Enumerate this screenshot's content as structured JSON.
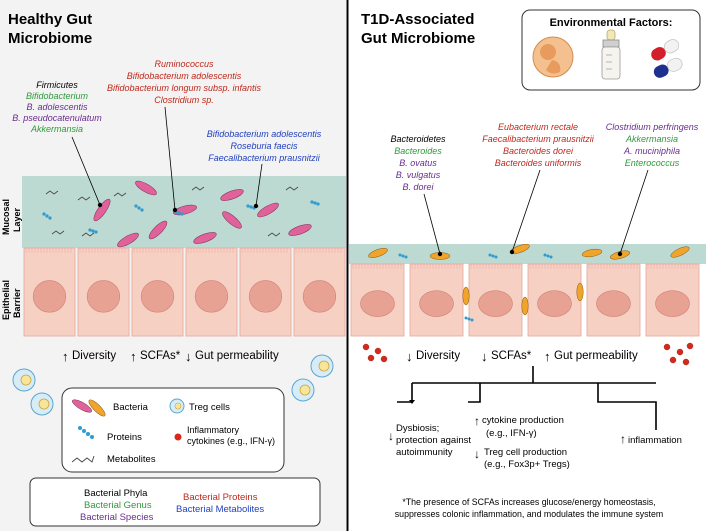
{
  "left": {
    "title_line1": "Healthy Gut",
    "title_line2": "Microbiome",
    "group1": {
      "phylum": "Firmicutes",
      "genus1": "Bifidobacterium",
      "species1": "B. adolescentis",
      "species2": "B. pseudocatenulatum",
      "genus2": "Akkermansia"
    },
    "group2": [
      "Ruminococcus",
      "Bifidobacterium adolescentis",
      "Bifidobacterium longum subsp. infantis",
      "Clostridium sp."
    ],
    "group3": [
      "Bifidobacterium adolescentis",
      "Roseburia faecis",
      "Faecalibacterium prausnitzii"
    ],
    "layer_mucosal_1": "Mucosal",
    "layer_mucosal_2": "Layer",
    "layer_epithelial_1": "Epithelial",
    "layer_epithelial_2": "Barrier",
    "indicators": [
      "Diversity",
      "SCFAs*",
      "Gut permeability"
    ]
  },
  "right": {
    "title_line1": "T1D-Associated",
    "title_line2": "Gut Microbiome",
    "env_title": "Environmental Factors:",
    "group1": {
      "phylum": "Bacteroidetes",
      "genus1": "Bacteroides",
      "species1": "B. ovatus",
      "species2": "B. vulgatus",
      "species3": "B. dorei"
    },
    "group2": [
      "Eubacterium rectale",
      "Faecalibacterium prausnitzii",
      "Bacteroides dorei",
      "Bacteroides uniformis"
    ],
    "group3": {
      "species1": "Clostridium perfringens",
      "genus1": "Akkermansia",
      "species2": "A. muciniphila",
      "genus2": "Enterococcus"
    },
    "indicators": [
      "Diversity",
      "SCFAs*",
      "Gut permeability"
    ],
    "outcome1_line1": "Dysbiosis;",
    "outcome1_line2": "protection against",
    "outcome1_line3": "autoimmunity",
    "outcome2_line1": "cytokine production",
    "outcome2_line2": "(e.g., IFN-γ)",
    "outcome2b_line1": "Treg cell production",
    "outcome2b_line2": "(e.g., Fox3p+ Tregs)",
    "outcome3": "inflammation",
    "footnote_line1": "*The presence of SCFAs increases glucose/energy homeostasis,",
    "footnote_line2": "suppresses colonic inflammation, and modulates the immune system"
  },
  "legend": {
    "bacteria": "Bacteria",
    "treg": "Treg cells",
    "proteins": "Proteins",
    "cytokines_line1": "Inflammatory",
    "cytokines_line2": "cytokines (e.g., IFN-γ)",
    "metabolites": "Metabolites"
  },
  "color_key": {
    "phyla": "Bacterial Phyla",
    "genus": "Bacterial Genus",
    "species": "Bacterial Species",
    "proteins": "Bacterial Proteins",
    "metabolites": "Bacterial Metabolites"
  },
  "colors": {
    "phyla": "#000000",
    "genus": "#2e9a3a",
    "species": "#6a2c91",
    "proteins": "#c0281c",
    "metabolites": "#1f3fbf",
    "mucosa": "#bcd9d2",
    "cell": "#f7d0c4",
    "nucleus": "#e8a294",
    "bacteria_pink": "#e0629b",
    "bacteria_orange": "#f0a42c"
  }
}
